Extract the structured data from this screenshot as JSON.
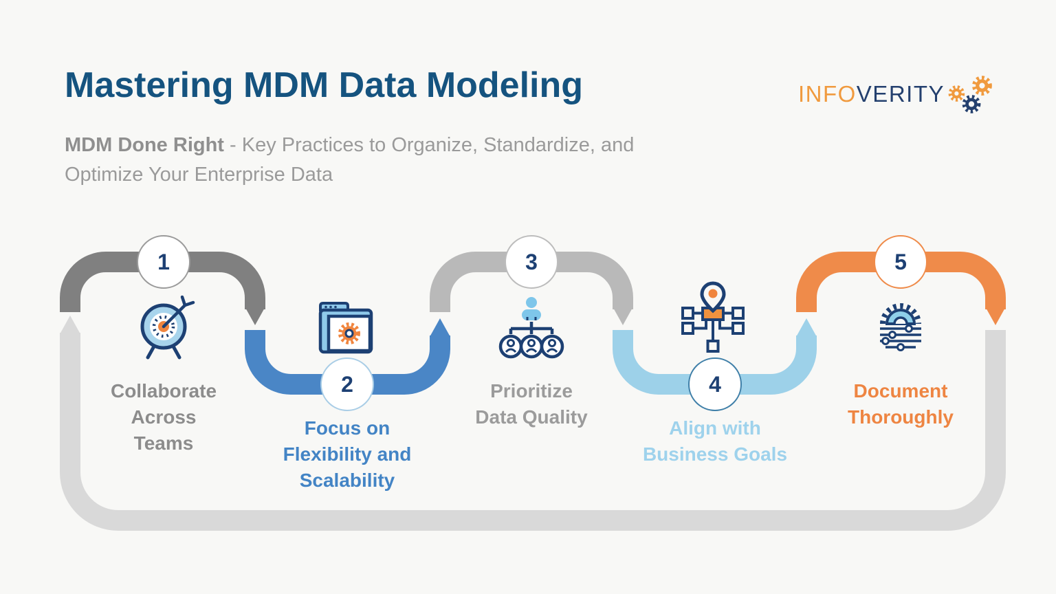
{
  "page": {
    "background_color": "#f8f8f6"
  },
  "header": {
    "title": "Mastering MDM Data Modeling",
    "title_color": "#15537f",
    "subtitle_bold": "MDM Done Right",
    "subtitle_rest": " - Key Practices to Organize, Standardize, and Optimize Your Enterprise Data",
    "subtitle_color": "#9a9a9a"
  },
  "logo": {
    "part1": "INFO",
    "part2": "VERITY",
    "part1_color": "#f09a3e",
    "part2_color": "#24406e",
    "gears": [
      "orange-gear",
      "orange-gear",
      "blue-gear"
    ]
  },
  "steps": [
    {
      "number": "1",
      "lines": [
        "Collaborate",
        "Across",
        "Teams"
      ],
      "arc_color": "#808080",
      "text_color": "#8c8c8c",
      "circle_border_color": "#9b9b9b",
      "icon": "target-icon",
      "arc_position": "top"
    },
    {
      "number": "2",
      "lines": [
        "Focus on",
        "Flexibility and",
        "Scalability"
      ],
      "arc_color": "#4a86c6",
      "text_color": "#4384c5",
      "circle_border_color": "#a9cde6",
      "icon": "folder-gear-icon",
      "arc_position": "bottom"
    },
    {
      "number": "3",
      "lines": [
        "Prioritize",
        "Data Quality"
      ],
      "arc_color": "#b9b9b9",
      "text_color": "#9b9b9b",
      "circle_border_color": "#bcbcbc",
      "icon": "team-hierarchy-icon",
      "arc_position": "top"
    },
    {
      "number": "4",
      "lines": [
        "Align with",
        "Business Goals"
      ],
      "arc_color": "#9dd1e9",
      "text_color": "#9ed2ec",
      "circle_border_color": "#3f7fa8",
      "icon": "flowchart-pin-icon",
      "arc_position": "bottom"
    },
    {
      "number": "5",
      "lines": [
        "Document",
        "Thoroughly"
      ],
      "arc_color": "#ef8b4a",
      "text_color": "#ee8542",
      "circle_border_color": "#ef8b4a",
      "icon": "gear-settings-icon",
      "arc_position": "top"
    }
  ],
  "path": {
    "loop_color": "#d9d9d9",
    "number_color": "#1d4073",
    "icon_navy": "#1d4073",
    "icon_light_blue": "#8fc9ea",
    "icon_orange": "#f0853e"
  }
}
